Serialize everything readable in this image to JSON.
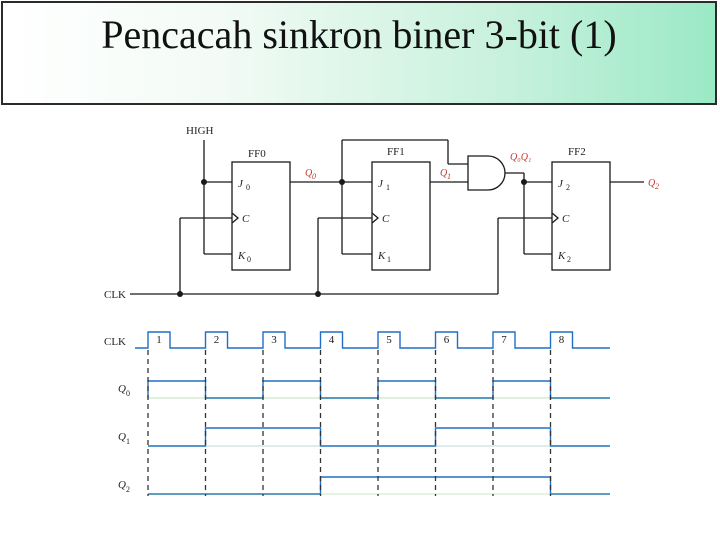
{
  "title": "Pencacah sinkron biner 3-bit (1)",
  "circuit": {
    "high": "HIGH",
    "clk": "CLK",
    "ff0": "FF0",
    "ff1": "FF1",
    "ff2": "FF2",
    "j": "J",
    "k": "K",
    "c": "C",
    "q": "Q",
    "q0q1_label": "Q₀Q₁",
    "q0_label": "Q₀",
    "q1_label": "Q₁"
  },
  "timing": {
    "clk_label": "CLK",
    "q_label": "Q",
    "pulses": [
      "1",
      "2",
      "3",
      "4",
      "5",
      "6",
      "7",
      "8"
    ],
    "signals": [
      {
        "sub": "0",
        "levels": [
          1,
          0,
          1,
          0,
          1,
          0,
          1,
          0
        ]
      },
      {
        "sub": "1",
        "levels": [
          0,
          1,
          1,
          0,
          0,
          1,
          1,
          0
        ]
      },
      {
        "sub": "2",
        "levels": [
          0,
          0,
          0,
          1,
          1,
          1,
          1,
          0
        ]
      }
    ]
  },
  "colors": {
    "clock": "#1e6fc7",
    "q0": "#2ca02c",
    "q1": "#1f8a8a",
    "q2": "#55b52e"
  }
}
